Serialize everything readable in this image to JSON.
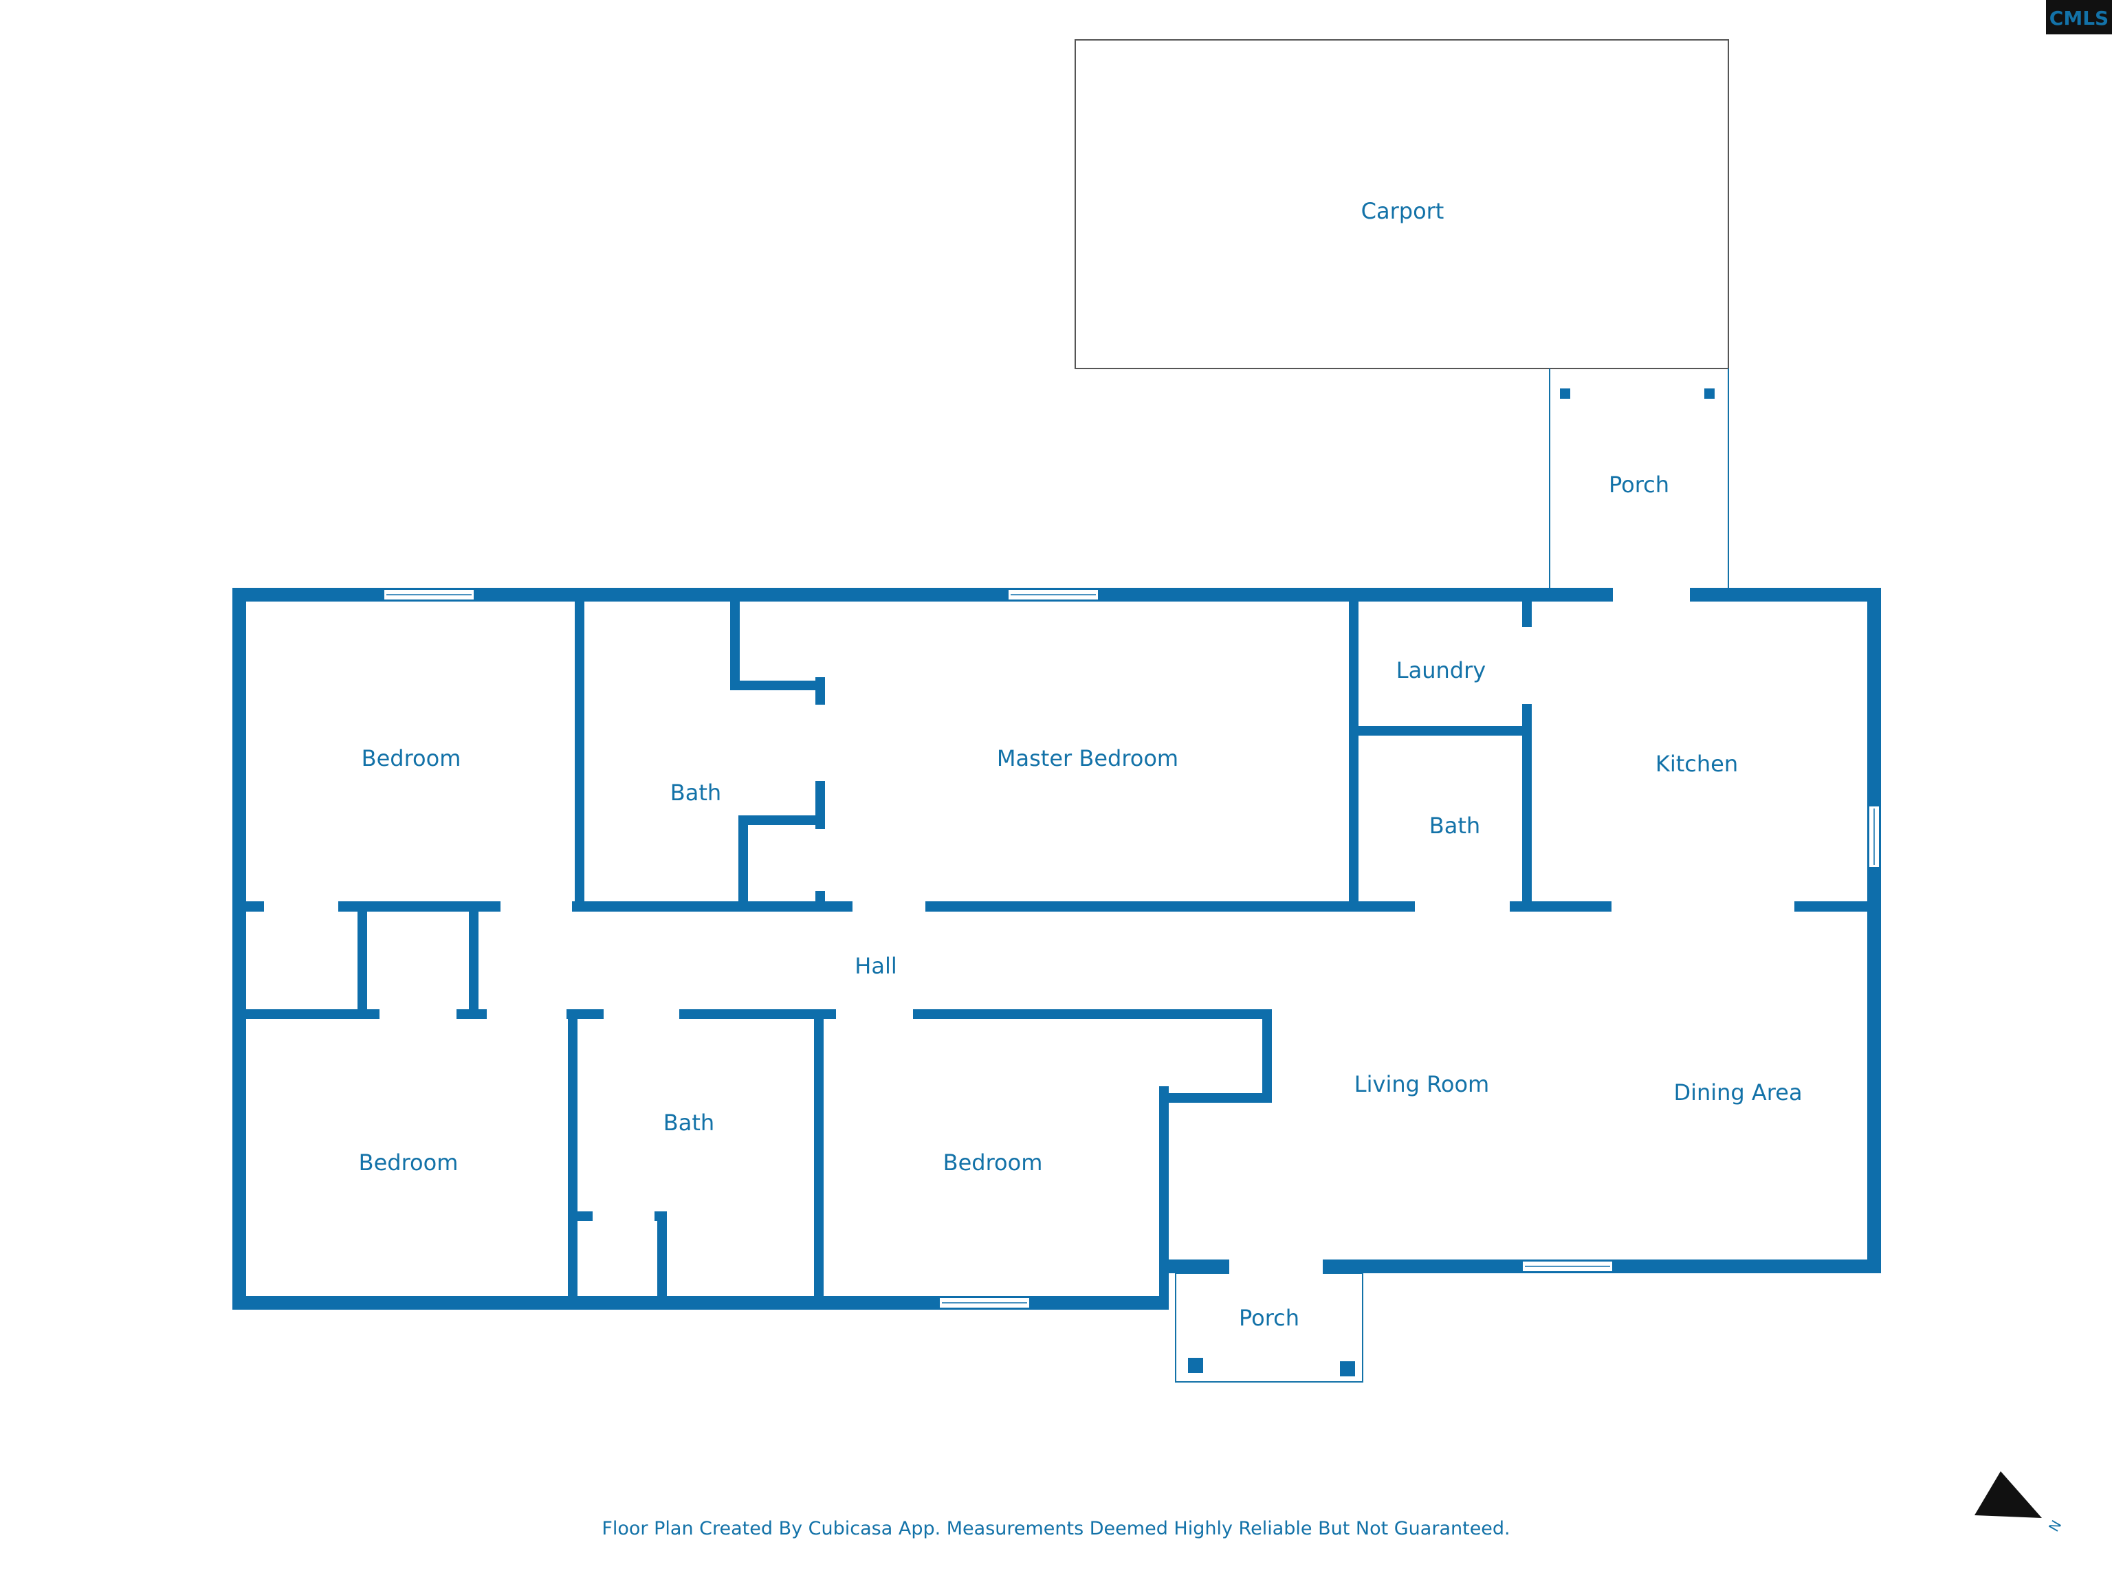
{
  "rooms": {
    "carport": "Carport",
    "porch_top": "Porch",
    "bedroom_nw": "Bedroom",
    "bath_n": "Bath",
    "master_bedroom": "Master Bedroom",
    "laundry": "Laundry",
    "bath_ne": "Bath",
    "kitchen": "Kitchen",
    "hall": "Hall",
    "bedroom_sw": "Bedroom",
    "bath_s": "Bath",
    "bedroom_s": "Bedroom",
    "living_room": "Living Room",
    "dining_area": "Dining Area",
    "porch_bottom": "Porch"
  },
  "footer": "Floor Plan Created By Cubicasa App. Measurements Deemed Highly Reliable But Not Guaranteed.",
  "logo": "CMLS",
  "north_label": "N",
  "colors": {
    "wall": "#0e6eab",
    "label": "#1372a8",
    "outline": "#555555",
    "logo_bg": "#111111"
  }
}
